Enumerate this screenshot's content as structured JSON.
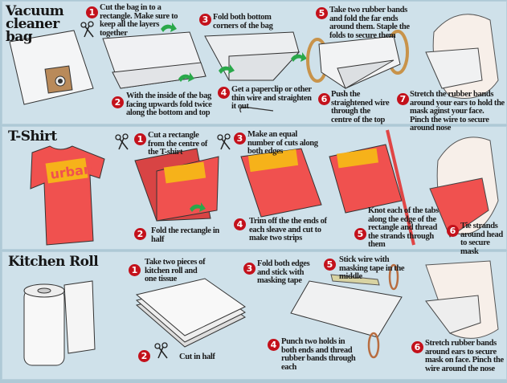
{
  "colors": {
    "badge": "#c3111b",
    "arrow": "#2aa84a",
    "shirt": "#f0514f",
    "logo": "#f6b21a",
    "panel": "#cfe1ea"
  },
  "sections": [
    {
      "title": "Vacuum cleaner bag",
      "steps": [
        {
          "n": "1",
          "text": "Cut the bag in to a rectangle. Make sure to keep all the layers together"
        },
        {
          "n": "2",
          "text": "With the inside of the bag facing upwards fold twice along the bottom and top"
        },
        {
          "n": "3",
          "text": "Fold both bottom corners of the bag"
        },
        {
          "n": "4",
          "text": "Get a paperclip or other thin wire and straighten it out"
        },
        {
          "n": "5",
          "text": "Take two rubber bands and fold the far ends around them.  Staple the folds to secure them"
        },
        {
          "n": "6",
          "text": "Push the straightened wire through the centre of the top"
        },
        {
          "n": "7",
          "text": "Stretch the rubber bands around your ears to hold the mask aginst your face.  Pinch the wire to secure around nose"
        }
      ]
    },
    {
      "title": "T-Shirt",
      "logo": "urban",
      "steps": [
        {
          "n": "1",
          "text": "Cut a rectangle from the centre of the T-shirt"
        },
        {
          "n": "2",
          "text": "Fold the rectangle in half"
        },
        {
          "n": "3",
          "text": "Make an equal number of cuts along both edges"
        },
        {
          "n": "4",
          "text": "Trim off the the ends of each sleave and cut to make two strips"
        },
        {
          "n": "5",
          "text": "Knot each of the tabs along the edge of the rectangle and thread the strands through them"
        },
        {
          "n": "6",
          "text": "Tie strands around head to secure mask"
        }
      ]
    },
    {
      "title": "Kitchen Roll",
      "steps": [
        {
          "n": "1",
          "text": "Take two pieces of kitchen roll and one tissue"
        },
        {
          "n": "2",
          "text": "Cut in half"
        },
        {
          "n": "3",
          "text": "Fold both edges and stick with masking tape"
        },
        {
          "n": "4",
          "text": "Punch two holds in both ends and thread rubber bands through each"
        },
        {
          "n": "5",
          "text": "Stick wire with masking tape in the middle"
        },
        {
          "n": "6",
          "text": "Stretch rubber bands around ears to secure mask on face. Pinch the wire around the nose"
        }
      ]
    }
  ]
}
